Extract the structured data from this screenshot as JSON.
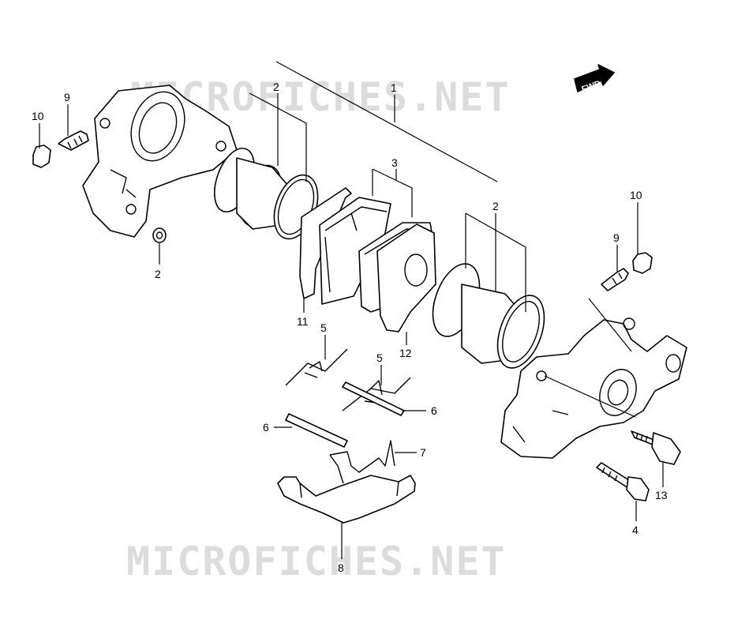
{
  "watermark": {
    "top": "MICROFICHES.NET",
    "bottom": "MICROFICHES.NET"
  },
  "direction_badge": "FWD",
  "callouts": {
    "c1": "1",
    "c2a": "2",
    "c2b": "2",
    "c2c": "2",
    "c3": "3",
    "c4": "4",
    "c5a": "5",
    "c5b": "5",
    "c6a": "6",
    "c6b": "6",
    "c7": "7",
    "c8": "8",
    "c9a": "9",
    "c9b": "9",
    "c10a": "10",
    "c10b": "10",
    "c11": "11",
    "c12": "12",
    "c13": "13"
  }
}
